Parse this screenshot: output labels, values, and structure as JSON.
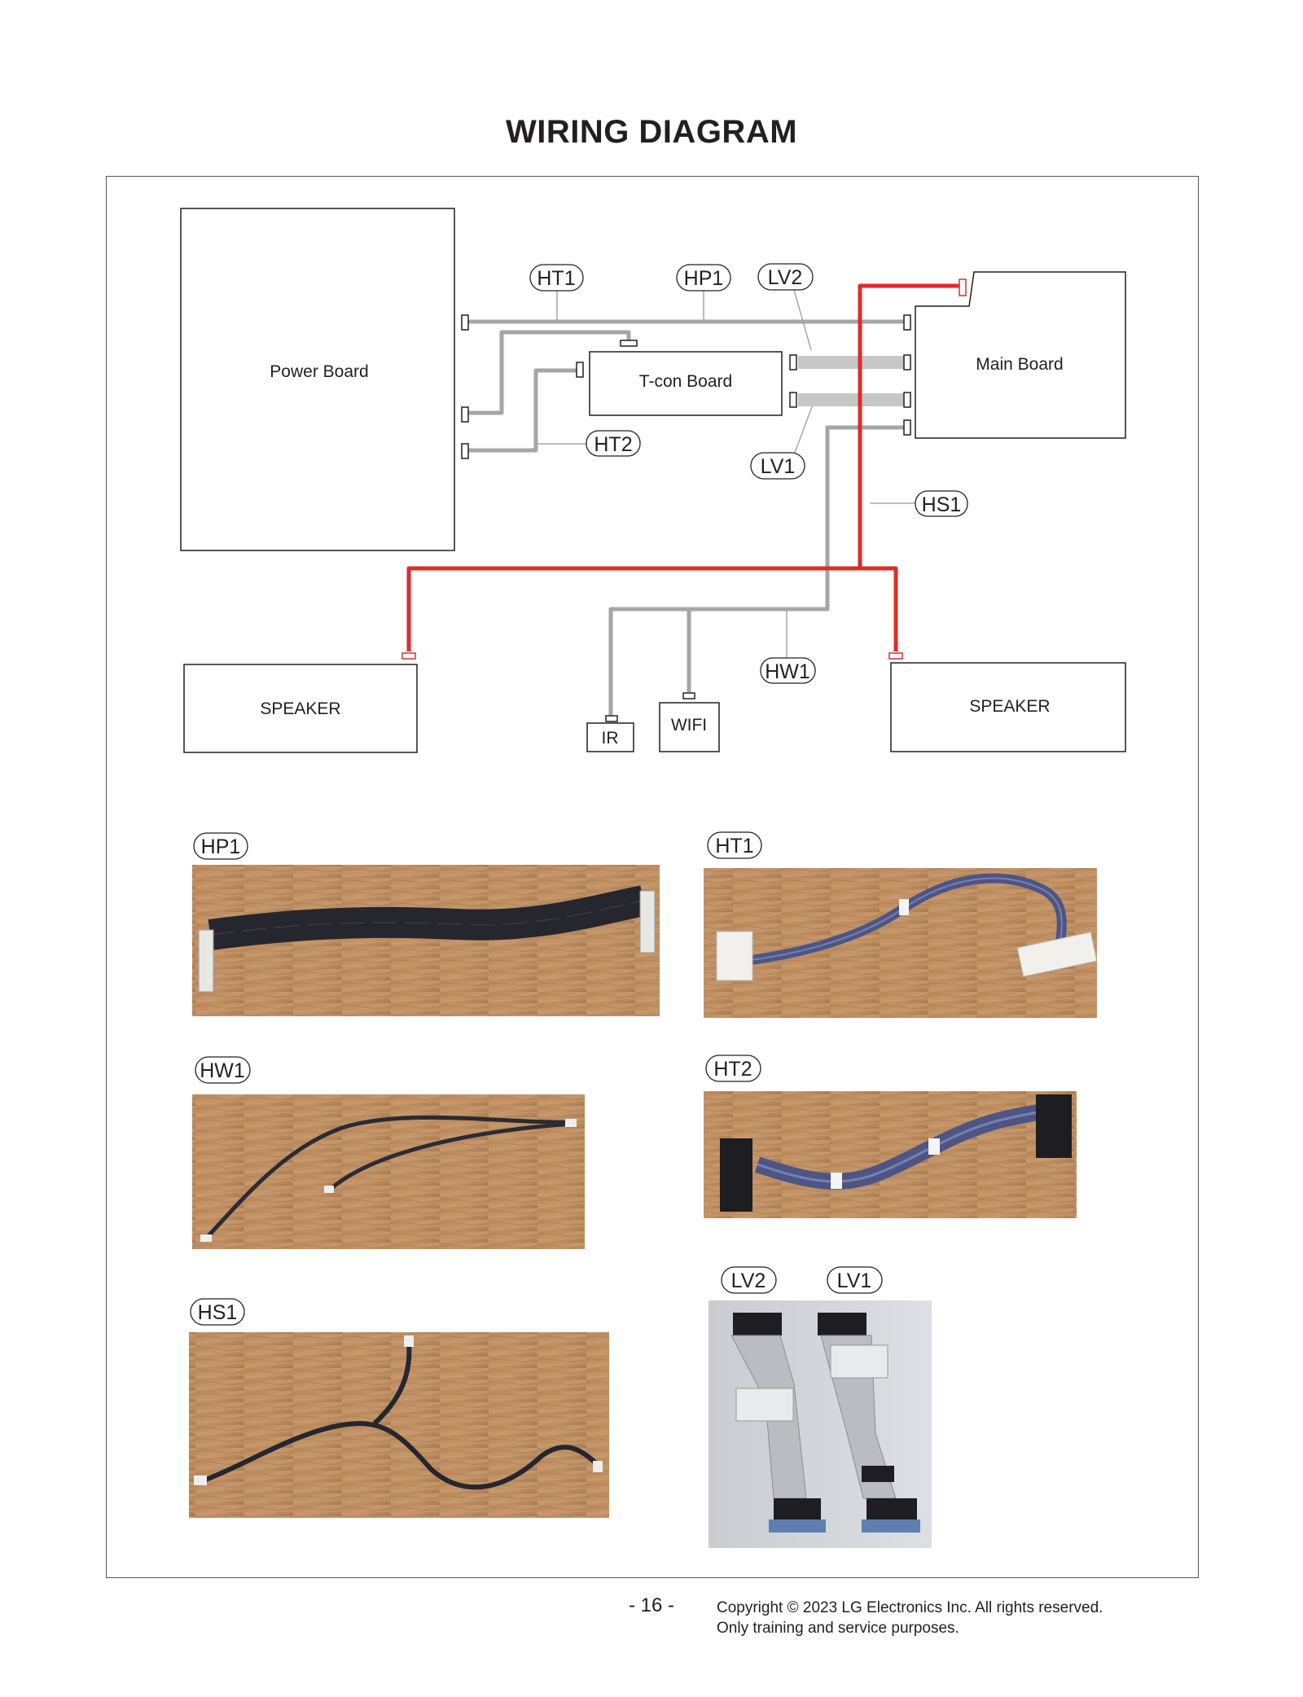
{
  "page": {
    "title": "WIRING DIAGRAM",
    "page_number": "- 16 -",
    "copyright": "Copyright © 2023 LG Electronics Inc. All rights reserved.",
    "usage_note": "Only training and service purposes."
  },
  "diagram": {
    "boards": {
      "power": "Power Board",
      "tcon": "T-con Board",
      "main": "Main Board",
      "speaker_left": "SPEAKER",
      "speaker_right": "SPEAKER",
      "ir": "IR",
      "wifi": "WIFI"
    },
    "cable_tags": {
      "ht1": "HT1",
      "hp1": "HP1",
      "lv2": "LV2",
      "ht2": "HT2",
      "lv1": "LV1",
      "hs1": "HS1",
      "hw1": "HW1"
    },
    "colors": {
      "signal_wire": "#a6a6a6",
      "speaker_wire": "#e02b2b",
      "lvds_band": "#c7c7c7",
      "outline": "#231f20"
    }
  },
  "photos": [
    {
      "label": "HP1",
      "icon": "ribbon-cable-photo"
    },
    {
      "label": "HT1",
      "icon": "wire-harness-photo"
    },
    {
      "label": "HW1",
      "icon": "split-cable-photo"
    },
    {
      "label": "HT2",
      "icon": "wire-harness-photo"
    },
    {
      "label": "HS1",
      "icon": "speaker-cable-photo"
    },
    {
      "label": "LV2",
      "icon": "lvds-flat-cable-photo"
    },
    {
      "label": "LV1",
      "icon": "lvds-flat-cable-photo"
    }
  ]
}
